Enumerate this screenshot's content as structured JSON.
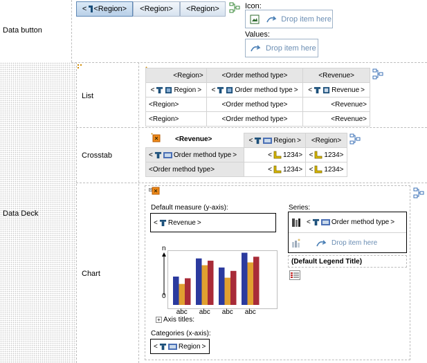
{
  "rows": {
    "data_button": "Data button",
    "data_deck": "Data Deck",
    "list": "List",
    "crosstab": "Crosstab",
    "chart": "Chart"
  },
  "data_button": {
    "buttons": [
      "<Region>",
      "<Region>",
      "<Region>"
    ],
    "icon_label": "Icon:",
    "values_label": "Values:",
    "drop_text": "Drop item here"
  },
  "list": {
    "headers": [
      "<Region>",
      "<Order method type>",
      "<Revenue>"
    ],
    "field_row": [
      "Region",
      "Order method type",
      "Revenue"
    ],
    "rows": [
      [
        "<Region>",
        "<Order method type>",
        "<Revenue>"
      ],
      [
        "<Region>",
        "<Order method type>",
        "<Revenue>"
      ]
    ]
  },
  "crosstab": {
    "corner": "<Revenue>",
    "col_field": "Region",
    "col_header": "<Region>",
    "row_field": "Order method type",
    "row_header": "<Order method type>",
    "cells": [
      "1234>",
      "1234>",
      "1234>",
      "1234>"
    ]
  },
  "chart": {
    "default_measure_label": "Default measure (y-axis):",
    "measure_field": "Revenue",
    "series_label": "Series:",
    "series_field": "Order method type",
    "series_drop": "Drop item here",
    "legend_title": "(Default Legend Title)",
    "axis_n": "n",
    "axis_0": "0",
    "axis_titles": "Axis titles:",
    "categories_label": "Categories (x-axis):",
    "category_field": "Region"
  },
  "chart_data": {
    "type": "bar",
    "categories": [
      "abc",
      "abc",
      "abc",
      "abc"
    ],
    "series": [
      {
        "values": [
          0.5,
          0.82,
          0.66,
          0.92
        ],
        "color": "#2b3a9e"
      },
      {
        "values": [
          0.37,
          0.7,
          0.48,
          0.75
        ],
        "color": "#e0a030"
      },
      {
        "values": [
          0.47,
          0.78,
          0.6,
          0.85
        ],
        "color": "#a82b38"
      }
    ],
    "ylim": [
      0,
      1
    ]
  },
  "colors": {
    "button_border": "#a9b8cc",
    "drop_text": "#6a8db3"
  }
}
